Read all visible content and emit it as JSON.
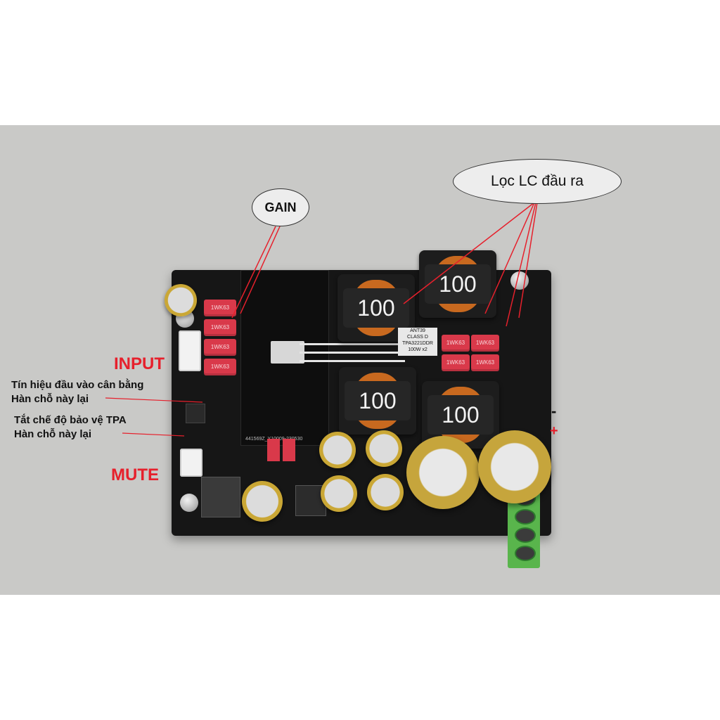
{
  "annotations": {
    "gain_label": "GAIN",
    "output_filter_label": "Lọc LC đầu ra",
    "input_label": "INPUT",
    "balanced_line1": "Tín hiệu đầu vào cân bằng",
    "balanced_line2": "Hàn chỗ này lại",
    "protect_line1": "Tắt chế độ bảo vệ TPA",
    "protect_line2": "Hàn chỗ này lại",
    "mute_label": "MUTE",
    "minus_sign": "-",
    "plus_sign": "+"
  },
  "board": {
    "inductor_value": "100",
    "film_cap_text": "1WK63",
    "chip_label_1": "ANT39",
    "chip_label_2": "CLASS D",
    "chip_label_3": "TPA3221DDR",
    "chip_label_4": "100W x2",
    "pcb_code": "441569Z_Y10009-230530"
  },
  "colors": {
    "annotation_red": "#e6202c",
    "pcb_black": "#161616",
    "terminal_green": "#59b54c",
    "film_cap_red": "#d9394a"
  }
}
